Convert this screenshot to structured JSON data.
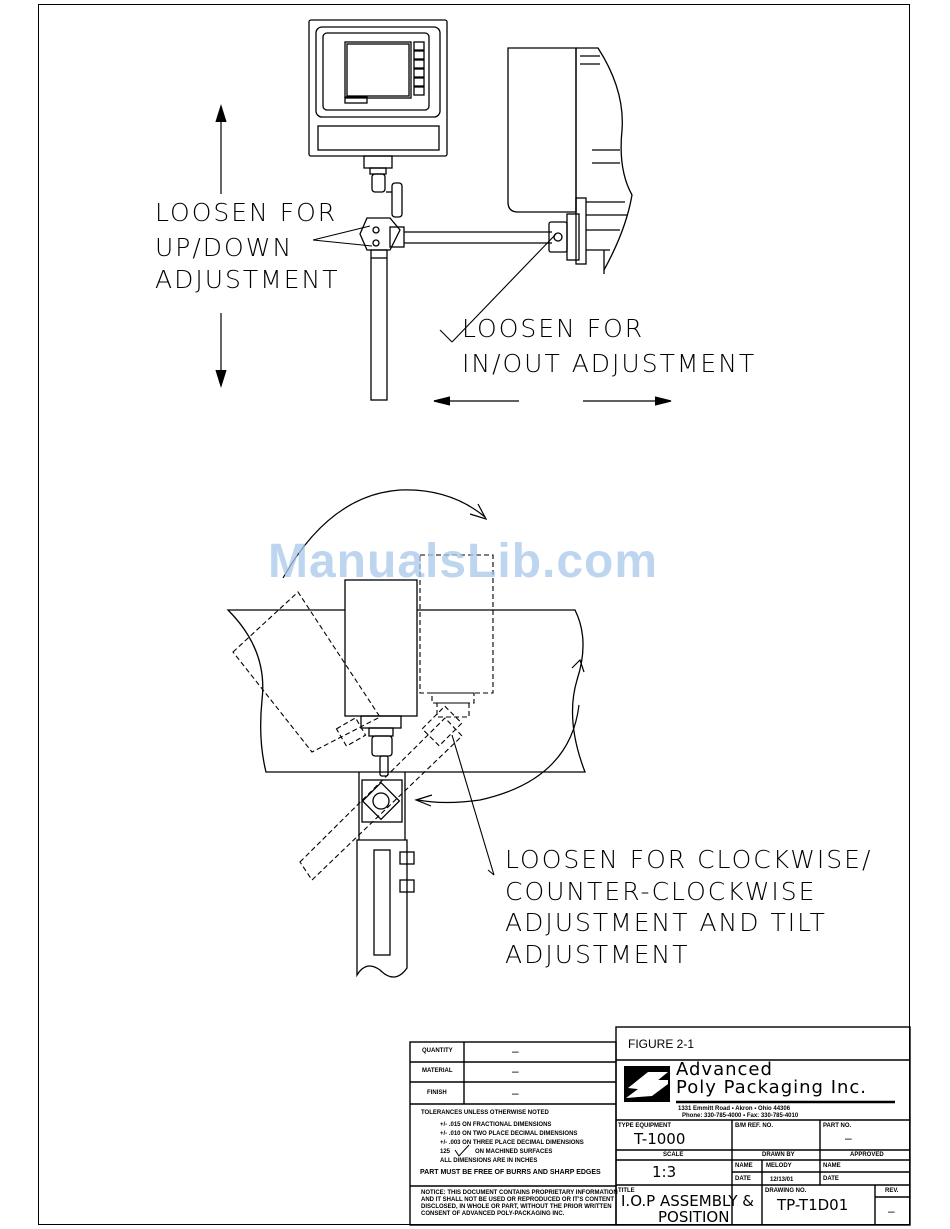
{
  "watermark": "ManualsLib.com",
  "labels": {
    "updown": [
      "LOOSEN FOR",
      "UP/DOWN",
      "ADJUSTMENT"
    ],
    "inout": [
      "LOOSEN FOR",
      "IN/OUT ADJUSTMENT"
    ],
    "rotate": [
      "LOOSEN FOR CLOCKWISE/",
      "COUNTER-CLOCKWISE",
      "ADJUSTMENT AND TILT",
      "ADJUSTMENT"
    ]
  },
  "title_block": {
    "quantity_label": "QUANTITY",
    "quantity_value": "–",
    "material_label": "MATERIAL",
    "material_value": "–",
    "finish_label": "FINISH",
    "finish_value": "–",
    "tolerances_heading": "TOLERANCES UNLESS OTHERWISE NOTED",
    "tolerance_lines": [
      "+/- .015 ON FRACTIONAL DIMENSIONS",
      "+/- .010 ON TWO PLACE DECIMAL DIMENSIONS",
      "+/- .003 ON THREE PLACE DECIMAL DIMENSIONS"
    ],
    "surface_value": "125",
    "surface_note": "ON MACHINED SURFACES",
    "inches_note": "ALL DIMENSIONS ARE IN INCHES",
    "burrs_note": "PART MUST BE FREE OF BURRS AND SHARP EDGES",
    "notice": [
      "NOTICE: THIS DOCUMENT CONTAINS PROPRIETARY INFORMATION",
      "AND IT SHALL NOT BE USED OR REPRODUCED OR IT'S CONTENT",
      "DISCLOSED, IN WHOLE OR PART, WITHOUT THE PRIOR WRITTEN",
      "CONSENT OF ADVANCED POLY-PACKAGING INC."
    ],
    "figure": "FIGURE 2-1",
    "company_line1": "Advanced",
    "company_line2": "Poly Packaging Inc.",
    "address": "1331 Emmitt Road  ▪  Akron  ▪  Ohio 44306",
    "phone": "Phone: 330-785-4000  ▪  Fax: 330-785-4010",
    "type_equipment_label": "TYPE EQUIPMENT",
    "type_equipment_value": "T-1000",
    "bm_ref_label": "B/M REF. NO.",
    "part_no_label": "PART NO.",
    "part_no_value": "–",
    "scale_label": "SCALE",
    "scale_value": "1:3",
    "drawn_by_label": "DRAWN BY",
    "approved_label": "APPROVED",
    "name_label": "NAME",
    "name_value": "MELODY",
    "name_label2": "NAME",
    "date_label": "DATE",
    "date_value": "12/13/01",
    "date_label2": "DATE",
    "title_label": "TITLE",
    "title_value1": "I.O.P ASSEMBLY &",
    "title_value2": "POSITION",
    "drawing_no_label": "DRAWING NO.",
    "drawing_no_value": "TP-T1D01",
    "rev_label": "REV.",
    "rev_value": "–"
  }
}
